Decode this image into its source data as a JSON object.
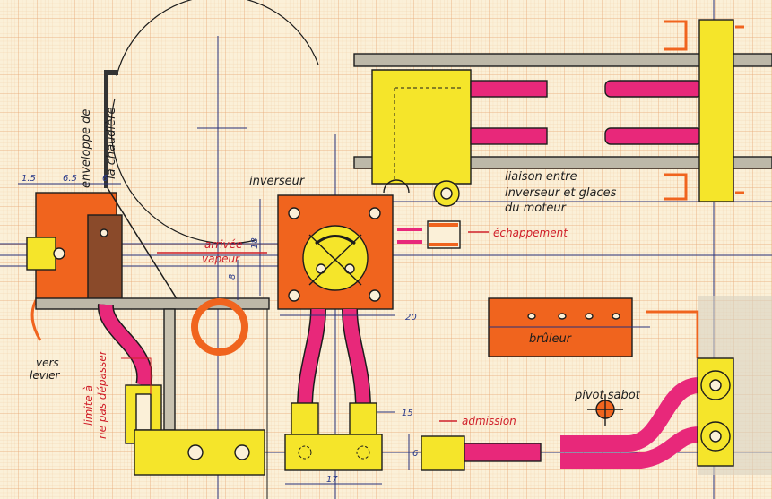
{
  "labels": {
    "boiler_1": "enveloppe de",
    "boiler_2": "la chaudière",
    "inverter": "inverseur",
    "steam_in_1": "arrivée",
    "steam_in_2": "vapeur",
    "link_1": "liaison entre",
    "link_2": "inverseur et glaces",
    "link_3": "du moteur",
    "exhaust": "échappement",
    "lever_1": "vers",
    "lever_2": "levier",
    "limit_1": "limite à",
    "limit_2": "ne pas dépasser",
    "burner": "brûleur",
    "pivot": "pivot sabot",
    "admission": "admission"
  },
  "dimensions": {
    "d1": "1.5",
    "d2": "6.5",
    "d3": "6",
    "d_height": "18",
    "d_offset": "8",
    "d_width": "20",
    "d_thread": "15",
    "d_block_h": "6",
    "d_block_w": "17"
  },
  "colors": {
    "paper": "#fbf0d8",
    "yellow": "#f5e52a",
    "orange": "#f0641e",
    "pink": "#e8287a",
    "brown": "#8a4a2a",
    "blue_ink": "#27307a",
    "red_ink": "#d0202a"
  }
}
